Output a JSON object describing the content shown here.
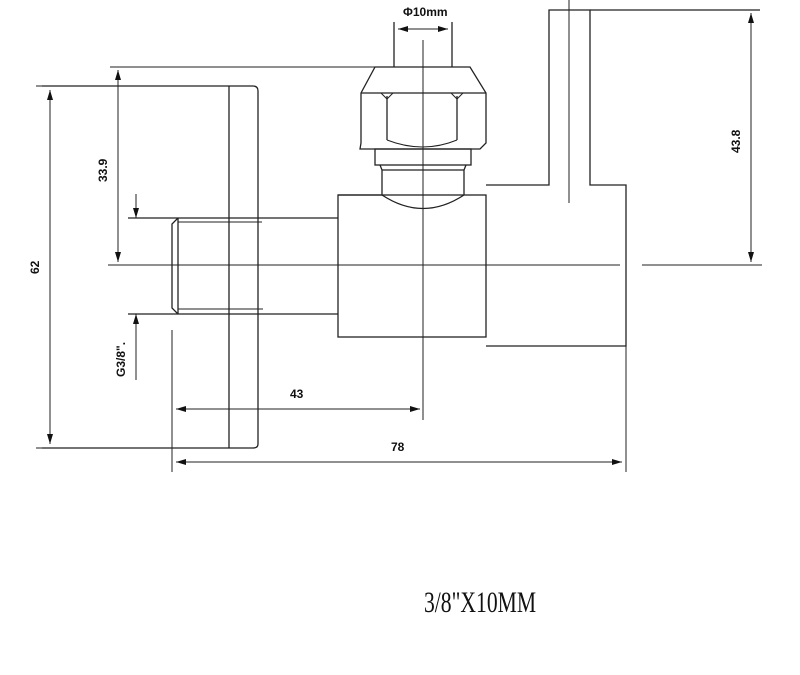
{
  "drawing": {
    "subject": "angle valve technical drawing",
    "units": "mm",
    "dimensions": {
      "pipe_diameter": "Φ10mm",
      "overall_height": "62",
      "inlet_to_top": "33.9",
      "thread": "G3/8\".",
      "handle_height": "43.8",
      "inlet_to_axis": "43",
      "overall_length": "78"
    },
    "title": "3/8\"X10MM"
  }
}
